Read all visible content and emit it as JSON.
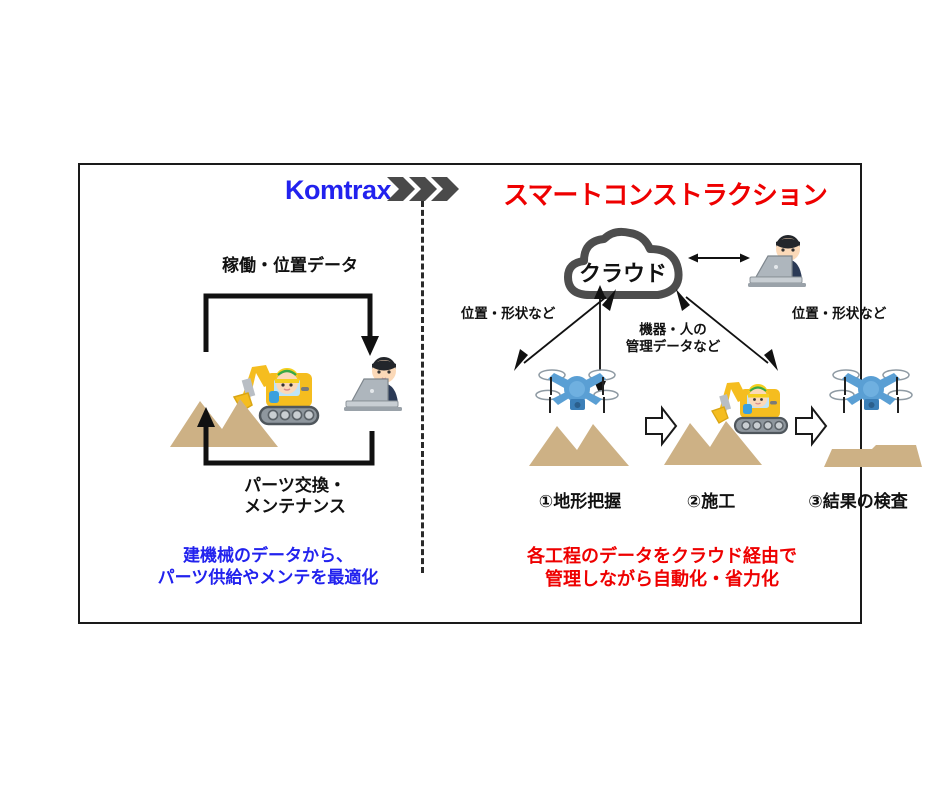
{
  "colors": {
    "komtrax_blue": "#2222ee",
    "smart_red": "#ee0000",
    "chevron_gray": "#4a4a4a",
    "cloud_gray": "#4d4d4d",
    "dirt_tan": "#cdb185",
    "excavator_yellow": "#f5bd1f",
    "drone_blue": "#4f93cf",
    "frame_black": "#1a1a1a"
  },
  "left_panel": {
    "title": "Komtrax",
    "flow_label_top": "稼働・位置データ",
    "flow_label_bottom_line1": "パーツ交換・",
    "flow_label_bottom_line2": "メンテナンス",
    "caption_line1": "建機械のデータから、",
    "caption_line2": "パーツ供給やメンテを最適化",
    "icons": {
      "excavator": "excavator-icon",
      "dirt_pile": "dirt-pile-icon",
      "office_person": "office-person-icon"
    }
  },
  "right_panel": {
    "title": "スマートコンストラクション",
    "cloud_label": "クラウド",
    "label_position_left": "位置・形状など",
    "label_position_right": "位置・形状など",
    "label_mgmt_line1": "機器・人の",
    "label_mgmt_line2": "管理データなど",
    "steps": [
      {
        "label": "①地形把握",
        "icon": "drone-icon"
      },
      {
        "label": "②施工",
        "icon": "excavator-icon"
      },
      {
        "label": "③結果の検査",
        "icon": "drone-icon"
      }
    ],
    "caption_line1": "各工程のデータをクラウド経由で",
    "caption_line2": "管理しながら自動化・省力化",
    "icons": {
      "cloud": "cloud-icon",
      "office_person": "office-person-icon",
      "step_arrow": "block-arrow-right-icon",
      "chevrons": "triple-chevron-right-icon",
      "divider": "vertical-dashed-divider"
    }
  }
}
